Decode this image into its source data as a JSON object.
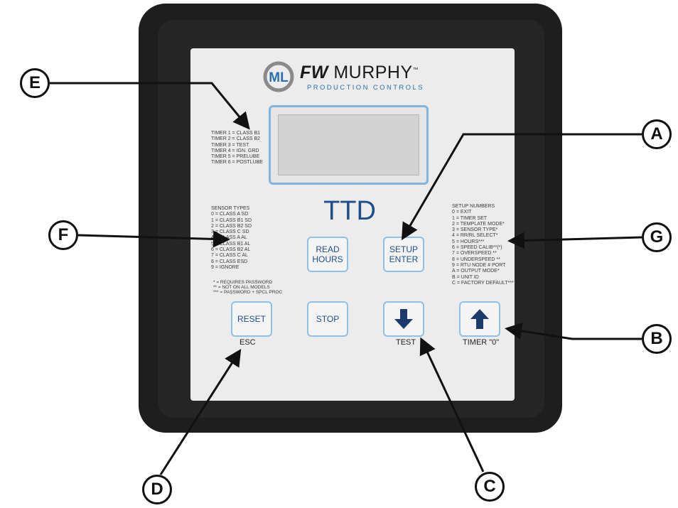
{
  "logo": {
    "mark": "ML",
    "brand_fw": "FW",
    "brand_name": "MURPHY",
    "trademark": "™",
    "subtitle": "PRODUCTION CONTROLS"
  },
  "model": "TTD",
  "timers": [
    "TIMER 1 = CLASS B1",
    "TIMER 2 = CLASS B2",
    "TIMER 3 = TEST",
    "TIMER 4 = IGN. GRD",
    "TIMER 5 = PRELUBE",
    "TIMER 6 = POSTLUBE"
  ],
  "sensor_types": {
    "title": "SENSOR TYPES",
    "items": [
      "0 = CLASS A SD",
      "1 = CLASS B1 SD",
      "2 = CLASS B2 SD",
      "3 = CLASS C SD",
      "4 = CLASS A AL",
      "5 = CLASS B1 AL",
      "6 = CLASS B2 AL",
      "7 = CLASS C AL",
      "8 = CLASS ESD",
      "9 = IGNORE"
    ]
  },
  "setup_numbers": {
    "title": "SETUP NUMBERS",
    "items": [
      "0 = EXIT",
      "1 = TIMER SET",
      "2 = TEMPLATE MODE*",
      "3 = SENSOR TYPE*",
      "4 = RR/RL SELECT*",
      "5 = HOURS***",
      "6 = SPEED CALIB**(*)",
      "7 = OVERSPEED **",
      "8 = UNDERSPEED **",
      "9 = RTU NODE # PORT",
      "A = OUTPUT MODE*",
      "B = UNIT ID",
      "C = FACTORY DEFAULT***"
    ]
  },
  "notes": [
    "* = REQUIRES PASSWORD",
    "** = NOT ON ALL MODELS",
    "*** = PASSWORD + SPCL PROC"
  ],
  "buttons": {
    "read_hours": [
      "READ",
      "HOURS"
    ],
    "setup_enter": [
      "SETUP",
      "ENTER"
    ],
    "reset": "RESET",
    "stop": "STOP"
  },
  "captions": {
    "esc": "ESC",
    "test": "TEST",
    "timer": "TIMER \"0\""
  },
  "callouts": {
    "a": "A",
    "b": "B",
    "c": "C",
    "d": "D",
    "e": "E",
    "f": "F",
    "g": "G"
  },
  "colors": {
    "housing": "#1e1e1e",
    "faceplate": "#ececec",
    "button_border": "#8fc0e6",
    "text_blue": "#1d4f8a",
    "arrow_blue": "#1c3a6b"
  }
}
